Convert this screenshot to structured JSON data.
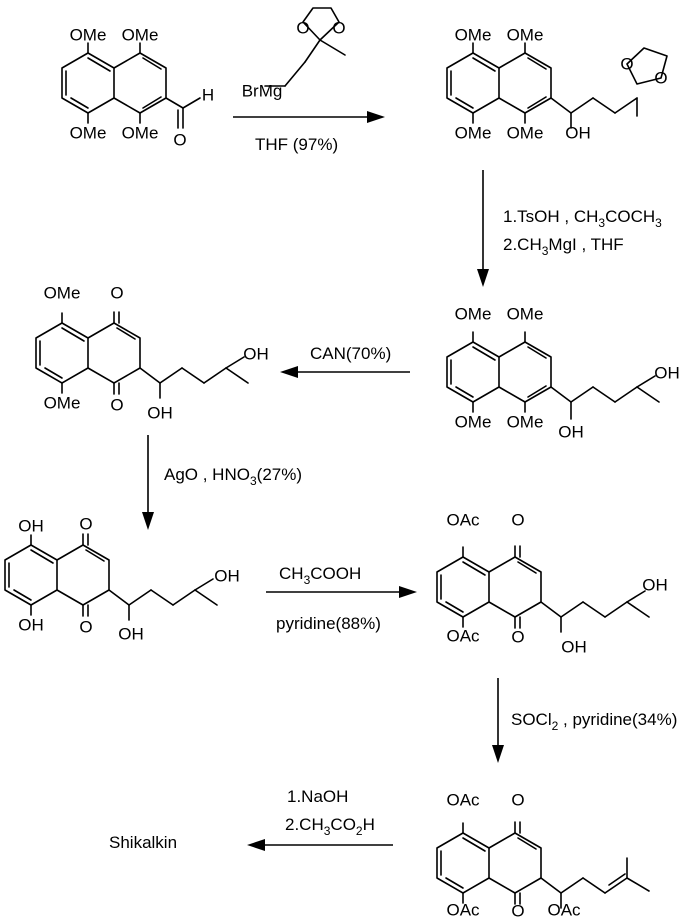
{
  "atoms": {
    "ome": "OMe",
    "oh": "OH",
    "oac": "OAc",
    "o": "O",
    "h": "H",
    "brmg": "BrMg"
  },
  "conditions": {
    "step1": "THF (97%)",
    "step2_line1": "1.TsOH , CH",
    "step2_line1_sub1": "3",
    "step2_line1_mid": "COCH",
    "step2_line1_sub2": "3",
    "step2_line2": "2.CH",
    "step2_line2_sub": "3",
    "step2_line2_end": "MgI , THF",
    "step3": "CAN(70%)",
    "step4_pre": "AgO , HNO",
    "step4_sub": "3",
    "step4_post": "(27%)",
    "step5_pre": "CH",
    "step5_sub": "3",
    "step5_post": "COOH",
    "step5_line2": "pyridine(88%)",
    "step6_pre": "SOCl",
    "step6_sub": "2",
    "step6_post": " , pyridine(34%)",
    "step7_line1": "1.NaOH",
    "step7_line2_pre": "2.CH",
    "step7_line2_sub1": "3",
    "step7_line2_mid": "CO",
    "step7_line2_sub2": "2",
    "step7_line2_post": "H"
  },
  "product": "Shikalkin"
}
